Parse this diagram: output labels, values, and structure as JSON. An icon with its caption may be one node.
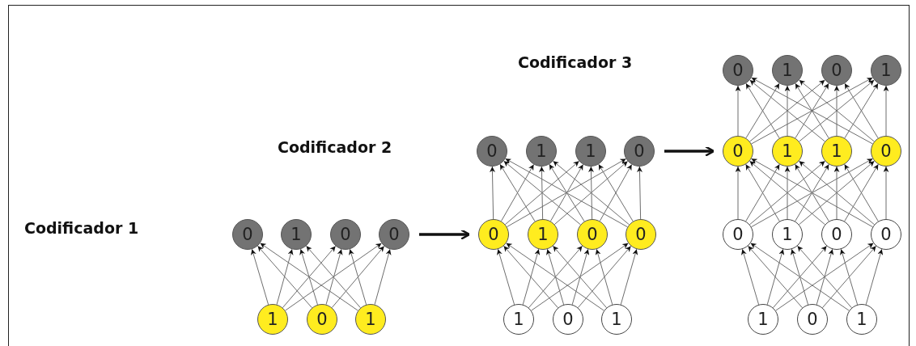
{
  "diagram": {
    "nodes": [
      {
        "text": [
          "0"
        ]
      },
      {
        "text": [
          "1"
        ]
      },
      {
        "text": [
          "0"
        ]
      },
      {
        "text": [
          "0"
        ]
      },
      {
        "text": [
          "1"
        ]
      },
      {
        "text": [
          "0"
        ]
      },
      {
        "text": [
          "1"
        ]
      },
      {
        "text": [
          "0"
        ]
      },
      {
        "text": [
          "1"
        ]
      },
      {
        "text": [
          "1"
        ]
      },
      {
        "text": [
          "0"
        ]
      },
      {
        "text": [
          "0"
        ]
      },
      {
        "text": [
          "1"
        ]
      },
      {
        "text": [
          "0"
        ]
      },
      {
        "text": [
          "0"
        ]
      },
      {
        "text": [
          "1"
        ]
      },
      {
        "text": [
          "0"
        ]
      },
      {
        "text": [
          "1"
        ]
      },
      {
        "text": [
          "0"
        ]
      },
      {
        "text": [
          "1"
        ]
      },
      {
        "text": [
          "0"
        ]
      },
      {
        "text": [
          "1"
        ]
      },
      {
        "text": [
          "0"
        ]
      },
      {
        "text": [
          "1"
        ]
      },
      {
        "text": [
          "1"
        ]
      },
      {
        "text": [
          "0"
        ]
      },
      {
        "text": [
          "0"
        ]
      },
      {
        "text": [
          "1"
        ]
      },
      {
        "text": [
          "0"
        ]
      },
      {
        "text": [
          "0"
        ]
      },
      {
        "text": [
          "1"
        ]
      },
      {
        "text": [
          "0"
        ]
      },
      {
        "text": [
          "1"
        ]
      }
    ],
    "edges": [
      {
        "from": 4,
        "to": 0,
        "arrow": "to"
      },
      {
        "from": 4,
        "to": 1,
        "arrow": "to"
      },
      {
        "from": 4,
        "to": 2,
        "arrow": "to"
      },
      {
        "from": 4,
        "to": 3,
        "arrow": "to"
      },
      {
        "from": 5,
        "to": 0,
        "arrow": "to"
      },
      {
        "from": 5,
        "to": 1,
        "arrow": "to"
      },
      {
        "from": 5,
        "to": 2,
        "arrow": "to"
      },
      {
        "from": 5,
        "to": 3,
        "arrow": "to"
      },
      {
        "from": 6,
        "to": 0,
        "arrow": "to"
      },
      {
        "from": 6,
        "to": 1,
        "arrow": "to"
      },
      {
        "from": 6,
        "to": 2,
        "arrow": "to"
      },
      {
        "from": 6,
        "to": 3,
        "arrow": "to"
      },
      {
        "from": 3,
        "to": 11,
        "arrow": "to",
        "style": "thick",
        "color": "#111111"
      },
      {
        "from": 15,
        "to": 11,
        "arrow": "to"
      },
      {
        "from": 15,
        "to": 12,
        "arrow": "to"
      },
      {
        "from": 15,
        "to": 13,
        "arrow": "to"
      },
      {
        "from": 15,
        "to": 14,
        "arrow": "to"
      },
      {
        "from": 16,
        "to": 11,
        "arrow": "to"
      },
      {
        "from": 16,
        "to": 12,
        "arrow": "to"
      },
      {
        "from": 16,
        "to": 13,
        "arrow": "to"
      },
      {
        "from": 16,
        "to": 14,
        "arrow": "to"
      },
      {
        "from": 17,
        "to": 11,
        "arrow": "to"
      },
      {
        "from": 17,
        "to": 12,
        "arrow": "to"
      },
      {
        "from": 17,
        "to": 13,
        "arrow": "to"
      },
      {
        "from": 17,
        "to": 14,
        "arrow": "to"
      },
      {
        "from": 11,
        "to": 7,
        "arrow": "to"
      },
      {
        "from": 11,
        "to": 8,
        "arrow": "to"
      },
      {
        "from": 11,
        "to": 9,
        "arrow": "to"
      },
      {
        "from": 11,
        "to": 10,
        "arrow": "to"
      },
      {
        "from": 12,
        "to": 7,
        "arrow": "to"
      },
      {
        "from": 12,
        "to": 8,
        "arrow": "to"
      },
      {
        "from": 12,
        "to": 9,
        "arrow": "to"
      },
      {
        "from": 12,
        "to": 10,
        "arrow": "to"
      },
      {
        "from": 13,
        "to": 7,
        "arrow": "to"
      },
      {
        "from": 13,
        "to": 8,
        "arrow": "to"
      },
      {
        "from": 13,
        "to": 9,
        "arrow": "to"
      },
      {
        "from": 13,
        "to": 10,
        "arrow": "to"
      },
      {
        "from": 14,
        "to": 7,
        "arrow": "to"
      },
      {
        "from": 14,
        "to": 8,
        "arrow": "to"
      },
      {
        "from": 14,
        "to": 9,
        "arrow": "to"
      },
      {
        "from": 14,
        "to": 10,
        "arrow": "to"
      },
      {
        "from": 10,
        "to": 22,
        "arrow": "to",
        "style": "thick",
        "color": "#111111"
      },
      {
        "from": 30,
        "to": 26,
        "arrow": "to"
      },
      {
        "from": 30,
        "to": 27,
        "arrow": "to"
      },
      {
        "from": 30,
        "to": 28,
        "arrow": "to"
      },
      {
        "from": 30,
        "to": 29,
        "arrow": "to"
      },
      {
        "from": 31,
        "to": 26,
        "arrow": "to"
      },
      {
        "from": 31,
        "to": 27,
        "arrow": "to"
      },
      {
        "from": 31,
        "to": 28,
        "arrow": "to"
      },
      {
        "from": 31,
        "to": 29,
        "arrow": "to"
      },
      {
        "from": 32,
        "to": 26,
        "arrow": "to"
      },
      {
        "from": 32,
        "to": 27,
        "arrow": "to"
      },
      {
        "from": 32,
        "to": 28,
        "arrow": "to"
      },
      {
        "from": 32,
        "to": 29,
        "arrow": "to"
      },
      {
        "from": 26,
        "to": 22,
        "arrow": "to"
      },
      {
        "from": 26,
        "to": 23,
        "arrow": "to"
      },
      {
        "from": 26,
        "to": 24,
        "arrow": "to"
      },
      {
        "from": 26,
        "to": 25,
        "arrow": "to"
      },
      {
        "from": 27,
        "to": 22,
        "arrow": "to"
      },
      {
        "from": 27,
        "to": 23,
        "arrow": "to"
      },
      {
        "from": 27,
        "to": 24,
        "arrow": "to"
      },
      {
        "from": 27,
        "to": 25,
        "arrow": "to"
      },
      {
        "from": 28,
        "to": 22,
        "arrow": "to"
      },
      {
        "from": 28,
        "to": 23,
        "arrow": "to"
      },
      {
        "from": 28,
        "to": 24,
        "arrow": "to"
      },
      {
        "from": 28,
        "to": 25,
        "arrow": "to"
      },
      {
        "from": 29,
        "to": 22,
        "arrow": "to"
      },
      {
        "from": 29,
        "to": 23,
        "arrow": "to"
      },
      {
        "from": 29,
        "to": 24,
        "arrow": "to"
      },
      {
        "from": 29,
        "to": 25,
        "arrow": "to"
      },
      {
        "from": 22,
        "to": 18,
        "arrow": "to"
      },
      {
        "from": 22,
        "to": 19,
        "arrow": "to"
      },
      {
        "from": 22,
        "to": 20,
        "arrow": "to"
      },
      {
        "from": 22,
        "to": 21,
        "arrow": "to"
      },
      {
        "from": 23,
        "to": 18,
        "arrow": "to"
      },
      {
        "from": 23,
        "to": 19,
        "arrow": "to"
      },
      {
        "from": 23,
        "to": 20,
        "arrow": "to"
      },
      {
        "from": 23,
        "to": 21,
        "arrow": "to"
      },
      {
        "from": 24,
        "to": 18,
        "arrow": "to"
      },
      {
        "from": 24,
        "to": 19,
        "arrow": "to"
      },
      {
        "from": 24,
        "to": 20,
        "arrow": "to"
      },
      {
        "from": 24,
        "to": 21,
        "arrow": "to"
      },
      {
        "from": 25,
        "to": 18,
        "arrow": "to"
      },
      {
        "from": 25,
        "to": 19,
        "arrow": "to"
      },
      {
        "from": 25,
        "to": 20,
        "arrow": "to"
      },
      {
        "from": 25,
        "to": 21,
        "arrow": "to"
      }
    ],
    "labels": [
      "Codificador 3",
      "Codificador 2",
      "Codificador 1"
    ]
  }
}
